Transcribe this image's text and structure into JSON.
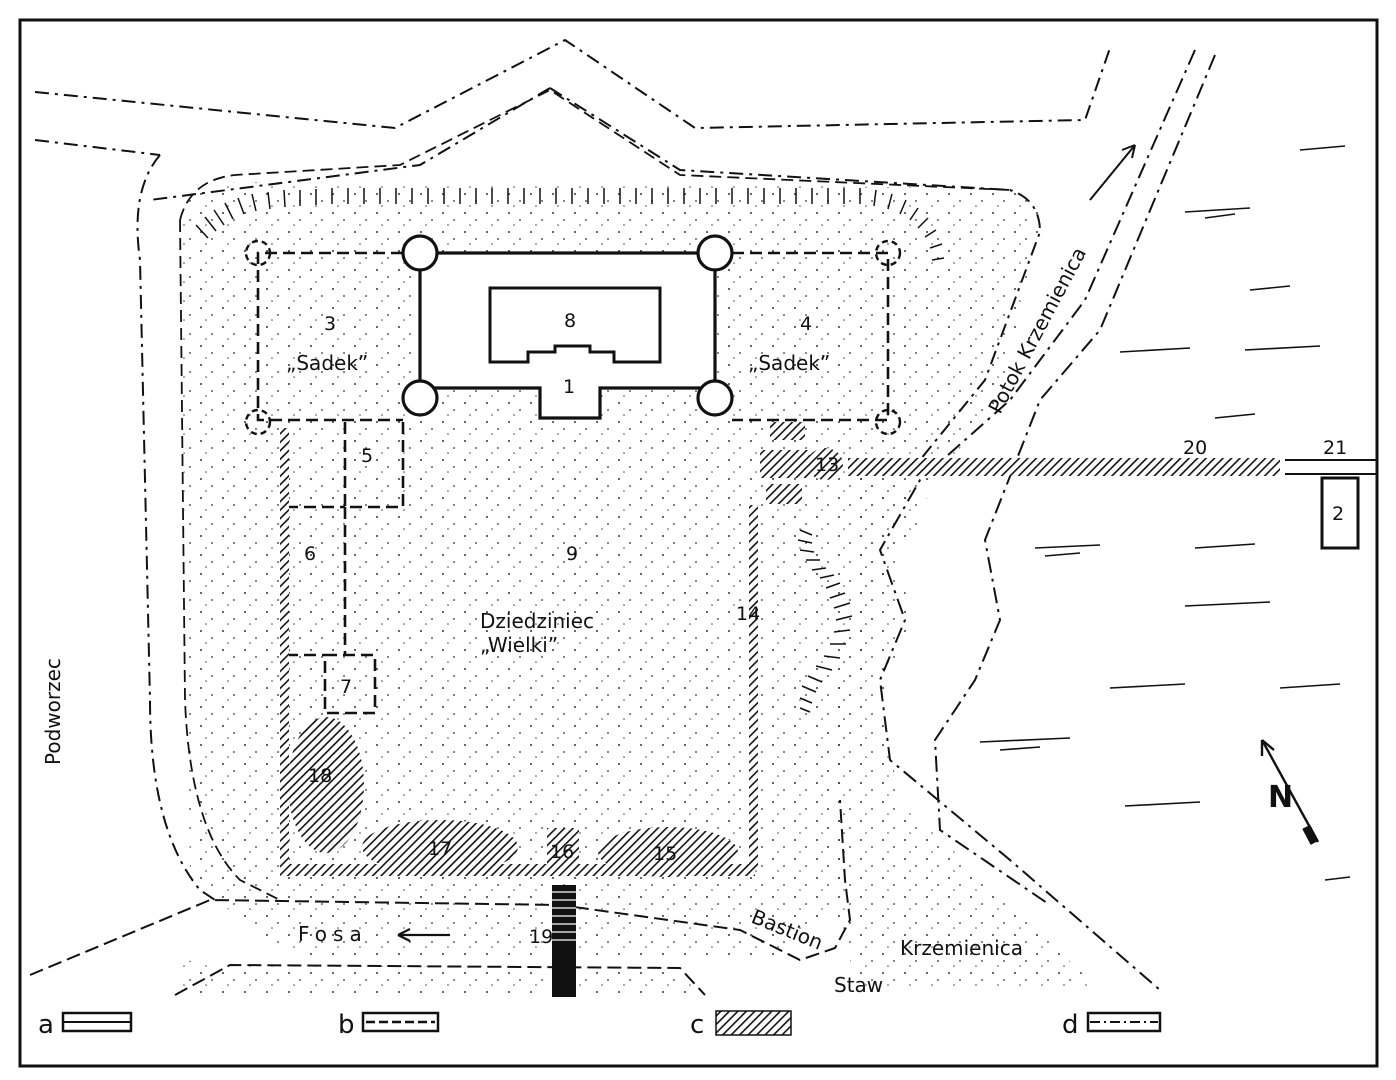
{
  "map": {
    "labels": {
      "n1": "1",
      "n2": "2",
      "n3": "3",
      "n4": "4",
      "n5": "5",
      "n6": "6",
      "n7": "7",
      "n8": "8",
      "n9": "9",
      "n13": "13",
      "n14": "14",
      "n15": "15",
      "n16": "16",
      "n17": "17",
      "n18": "18",
      "n19": "19",
      "n20": "20",
      "n21": "21",
      "sadek_left": "„Sadek”",
      "sadek_right": "„Sadek”",
      "dziedziniec": "Dziedziniec",
      "wielki": "„Wielki”",
      "potok": "Potok Krzemienica",
      "podworzec": "Podworzec",
      "fosa": "Fosa",
      "bastion": "Bastion",
      "krzemienica": "Krzemienica",
      "staw": "Staw",
      "north": "N"
    },
    "legend": {
      "a": "a",
      "b": "b",
      "c": "c",
      "d": "d"
    },
    "colors": {
      "ink": "#111111",
      "paper": "#ffffff"
    }
  }
}
